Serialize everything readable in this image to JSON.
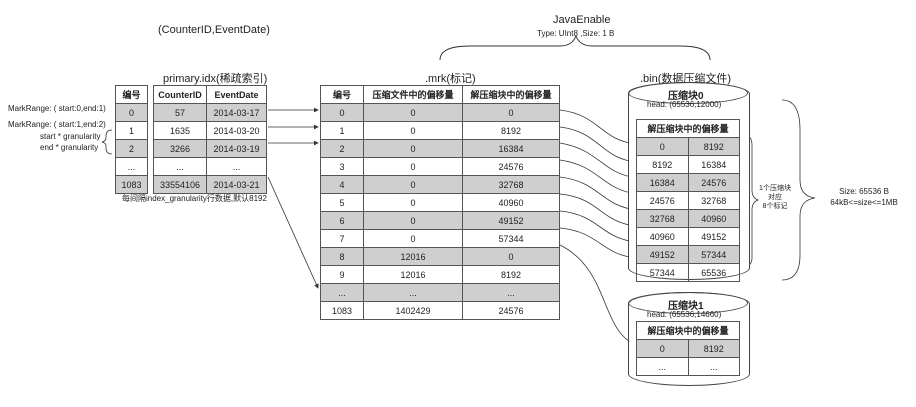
{
  "header_title": "(CounterID,EventDate)",
  "java_enable": {
    "title": "JavaEnable",
    "type_label": "Type: UInt8 ,Size: 1 B"
  },
  "primary": {
    "title": "primary.idx(稀疏索引)",
    "id_header": "编号",
    "ids": [
      "0",
      "1",
      "2",
      "...",
      "1083"
    ],
    "columns": [
      "CounterID",
      "EventDate"
    ],
    "rows": [
      [
        "57",
        "2014-03-17"
      ],
      [
        "1635",
        "2014-03-20"
      ],
      [
        "3266",
        "2014-03-19"
      ],
      [
        "...",
        "..."
      ],
      [
        "33554106",
        "2014-03-21"
      ]
    ],
    "note": "每间隔index_granularity行数据,默认8192"
  },
  "mark_ranges": {
    "range0": "MarkRange: ( start:0,end:1)",
    "range1": "MarkRange: ( start:1,end:2)",
    "start_formula": "start * granularity",
    "end_formula": "end  * granularity"
  },
  "mrk": {
    "title": ".mrk(标记)",
    "columns": [
      "编号",
      "压缩文件中的偏移量",
      "解压缩块中的偏移量"
    ],
    "rows": [
      [
        "0",
        "0",
        "0"
      ],
      [
        "1",
        "0",
        "8192"
      ],
      [
        "2",
        "0",
        "16384"
      ],
      [
        "3",
        "0",
        "24576"
      ],
      [
        "4",
        "0",
        "32768"
      ],
      [
        "5",
        "0",
        "40960"
      ],
      [
        "6",
        "0",
        "49152"
      ],
      [
        "7",
        "0",
        "57344"
      ],
      [
        "8",
        "12016",
        "0"
      ],
      [
        "9",
        "12016",
        "8192"
      ],
      [
        "...",
        "...",
        "..."
      ],
      [
        "1083",
        "1402429",
        "24576"
      ]
    ]
  },
  "bin": {
    "title": ".bin(数据压缩文件)",
    "block0": {
      "title": "压缩块0",
      "head": "head: (65536,12000)",
      "table_header": "解压缩块中的偏移量",
      "rows": [
        [
          "0",
          "8192"
        ],
        [
          "8192",
          "16384"
        ],
        [
          "16384",
          "24576"
        ],
        [
          "24576",
          "32768"
        ],
        [
          "32768",
          "40960"
        ],
        [
          "40960",
          "49152"
        ],
        [
          "49152",
          "57344"
        ],
        [
          "57344",
          "65536"
        ]
      ]
    },
    "block1": {
      "title": "压缩块1",
      "head": "head: (65536,14660)",
      "table_header": "解压缩块中的偏移量",
      "rows": [
        [
          "0",
          "8192"
        ],
        [
          "...",
          "..."
        ]
      ]
    }
  },
  "block_note": [
    "1个压缩块",
    "对应",
    "8个标记"
  ],
  "size_note": [
    "Size: 65536 B",
    "64kB<=size<=1MB"
  ]
}
